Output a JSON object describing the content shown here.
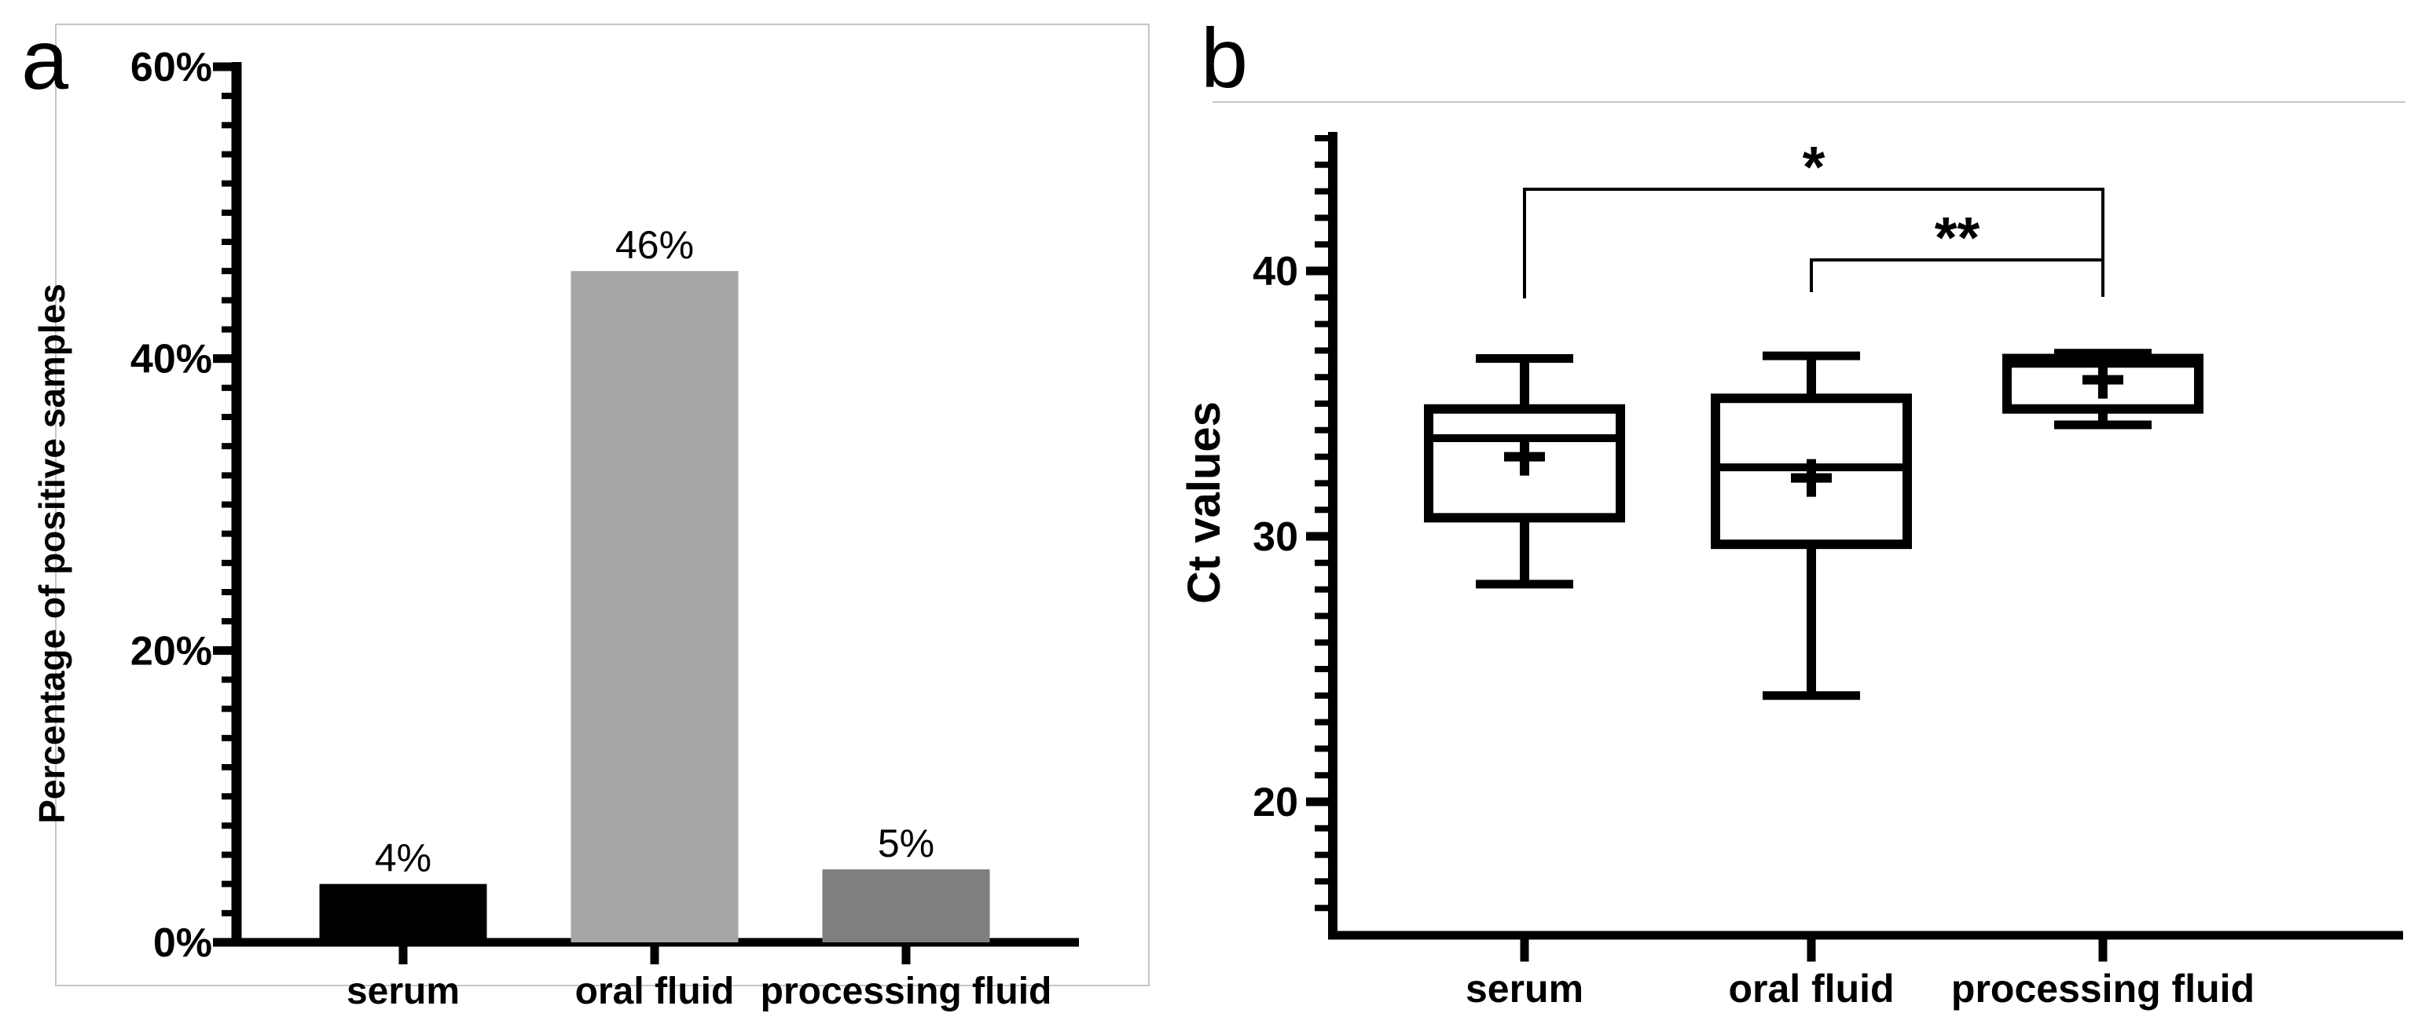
{
  "figure": {
    "panel_a_label": "a",
    "panel_b_label": "b"
  },
  "chart_data": [
    {
      "type": "bar",
      "panel": "a",
      "title": "",
      "xlabel": "",
      "ylabel": "Percentage of positive samples",
      "categories": [
        "serum",
        "oral fluid",
        "processing fluid"
      ],
      "values": [
        4,
        46,
        5
      ],
      "value_labels": [
        "4%",
        "46%",
        "5%"
      ],
      "bar_colors": [
        "#000000",
        "#A6A6A6",
        "#7F7F7F"
      ],
      "ylim": [
        0,
        60
      ],
      "yticks": [
        0,
        20,
        40,
        60
      ],
      "ytick_labels": [
        "0%",
        "20%",
        "40%",
        "60%"
      ],
      "minor_tick_step": 2,
      "grid": false,
      "legend": "none"
    },
    {
      "type": "box",
      "panel": "b",
      "title": "",
      "xlabel": "",
      "ylabel": "Ct values",
      "categories": [
        "serum",
        "oral fluid",
        "processing fluid"
      ],
      "series": [
        {
          "name": "serum",
          "min": 28.2,
          "q1": 30.7,
          "median": 33.7,
          "q3": 34.8,
          "max": 36.7,
          "mean": 33.0
        },
        {
          "name": "oral fluid",
          "min": 24.0,
          "q1": 29.7,
          "median": 32.6,
          "q3": 35.2,
          "max": 36.8,
          "mean": 32.2
        },
        {
          "name": "processing fluid",
          "min": 34.2,
          "q1": 34.8,
          "median": 36.5,
          "q3": 36.7,
          "max": 36.9,
          "mean": 35.9
        }
      ],
      "ylim": [
        15,
        45
      ],
      "yticks": [
        20,
        30,
        40
      ],
      "ytick_labels": [
        "20",
        "30",
        "40"
      ],
      "minor_tick_step": 1,
      "grid": false,
      "legend": "none",
      "significance": [
        {
          "between": [
            "serum",
            "processing fluid"
          ],
          "label": "*"
        },
        {
          "between": [
            "oral fluid",
            "processing fluid"
          ],
          "label": "**"
        }
      ]
    }
  ]
}
